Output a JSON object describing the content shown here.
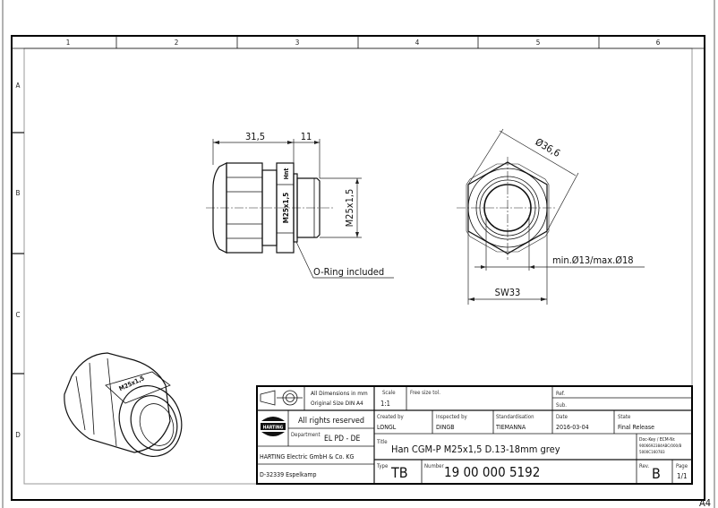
{
  "sheet": {
    "format": "A4",
    "columns": [
      "1",
      "2",
      "3",
      "4",
      "5",
      "6"
    ],
    "rows": [
      "A",
      "B",
      "C",
      "D"
    ]
  },
  "drawing": {
    "side_view": {
      "dim_length": "31,5",
      "dim_thread_length": "11",
      "dim_thread": "M25x1,5",
      "marking_thread": "M25x1,5",
      "marking_brand": "Hnt",
      "oring_note": "O-Ring included"
    },
    "front_view": {
      "dim_across_corners": "Ø36,6",
      "dim_clamp_range": "min.Ø13/max.Ø18",
      "dim_wrench_size": "SW33"
    },
    "iso_view": {
      "marking": "M25x1,5"
    }
  },
  "title_block": {
    "projection_icon": "first-angle-projection-icon",
    "dimensions_note_line1": "All Dimensions in mm",
    "dimensions_note_line2": "Original Size DIN A4",
    "scale_label": "Scale",
    "scale_value": "1:1",
    "tolerance_label": "Free size tol.",
    "ref_label": "Ref.",
    "sub_label": "Sub.",
    "logo_text": "HARTING",
    "rights": "All rights reserved",
    "department_label": "Department",
    "department_value": "EL PD - DE",
    "created_by_label": "Created by",
    "created_by_value": "LONGL",
    "inspected_by_label": "Inspected by",
    "inspected_by_value": "DINGB",
    "standardisation_label": "Standardisation",
    "standardisation_value": "TIEMANNA",
    "date_label": "Date",
    "date_value": "2016-03-04",
    "state_label": "State",
    "state_value": "Final Release",
    "title_label": "Title",
    "title_value": "Han CGM-P M25x1,5 D.13-18mm grey",
    "doc_key_label": "Doc-Key / ECM-Nr.",
    "doc_key_line1": "9006692384ABC/000/B",
    "doc_key_line2": "5000C160783",
    "company_line1": "HARTING Electric GmbH & Co. KG",
    "company_line2": "D-32339 Espelkamp",
    "type_label": "Type",
    "type_value": "TB",
    "number_label": "Number",
    "number_value": "19 00 000 5192",
    "rev_label": "Rev.",
    "rev_value": "B",
    "page_label": "Page",
    "page_value": "1/1"
  }
}
